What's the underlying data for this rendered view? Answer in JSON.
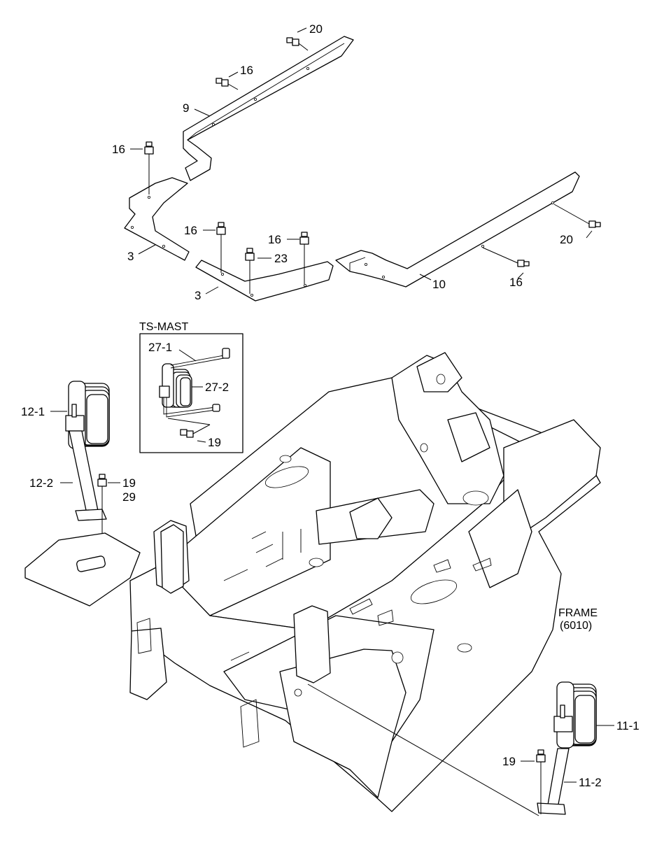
{
  "callouts": {
    "c20_top": "20",
    "c16_a": "16",
    "c9": "9",
    "c16_b": "16",
    "c3_left": "3",
    "c16_c": "16",
    "c16_d": "16",
    "c23": "23",
    "c3_mid": "3",
    "c20_right": "20",
    "c10": "10",
    "c16_e": "16",
    "c27_1": "27-1",
    "c27_2": "27-2",
    "c19_box": "19",
    "c12_1": "12-1",
    "c12_2": "12-2",
    "c19_left": "19",
    "c29": "29",
    "c19_right": "19",
    "c11_1": "11-1",
    "c11_2": "11-2"
  },
  "detail_box": {
    "title": "TS-MAST"
  },
  "frame_note": {
    "line1": "FRAME",
    "line2": "(6010)"
  }
}
